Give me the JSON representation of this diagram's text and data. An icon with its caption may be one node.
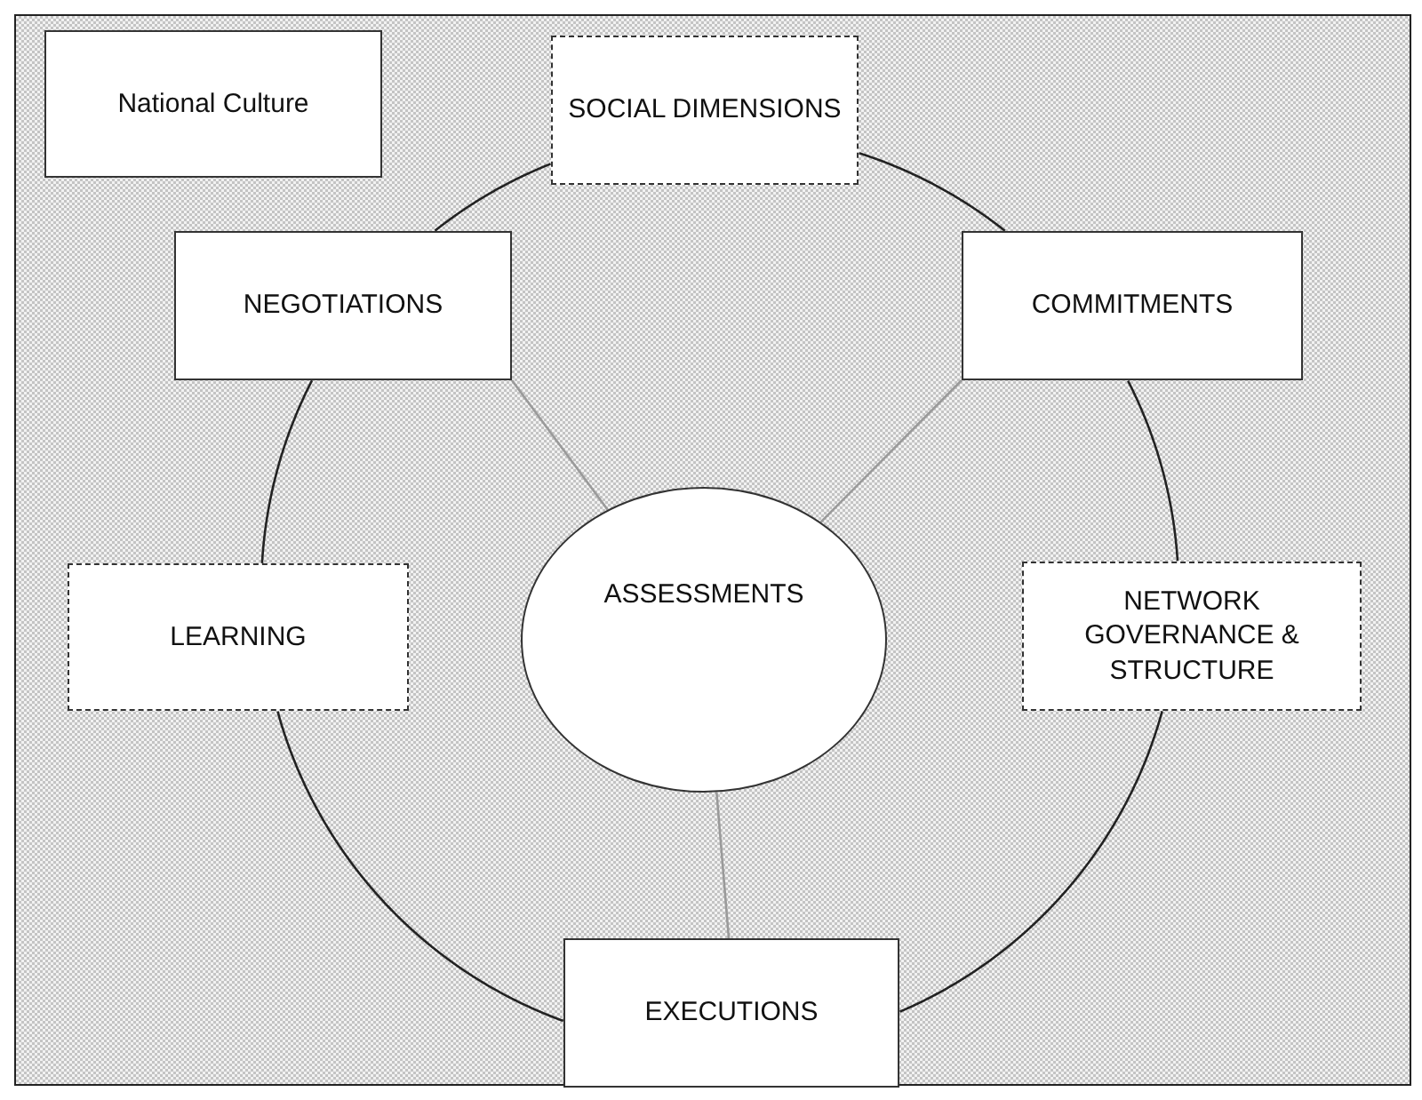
{
  "diagram": {
    "nodes": [
      {
        "text": [
          "National Culture"
        ]
      },
      {
        "text": [
          "SOCIAL DIMENSIONS"
        ]
      },
      {
        "text": [
          "NEGOTIATIONS"
        ]
      },
      {
        "text": [
          "COMMITMENTS"
        ]
      },
      {
        "text": [
          "ASSESSMENTS"
        ]
      },
      {
        "text": [
          "LEARNING"
        ]
      },
      {
        "text": [
          "NETWORK GOVERNANCE & STRUCTURE"
        ]
      },
      {
        "text": [
          "EXECUTIONS"
        ]
      }
    ],
    "edges": [
      {
        "from": 1,
        "to": 3,
        "arrow": "none"
      },
      {
        "from": 3,
        "to": 6,
        "arrow": "none"
      },
      {
        "from": 6,
        "to": 7,
        "arrow": "none"
      },
      {
        "from": 7,
        "to": 5,
        "arrow": "none"
      },
      {
        "from": 5,
        "to": 2,
        "arrow": "none"
      },
      {
        "from": 2,
        "to": 1,
        "arrow": "none"
      },
      {
        "from": 4,
        "to": 2,
        "arrow": "none",
        "color": "#9a9a9a"
      },
      {
        "from": 4,
        "to": 3,
        "arrow": "none",
        "color": "#9a9a9a"
      },
      {
        "from": 4,
        "to": 7,
        "arrow": "none",
        "color": "#9a9a9a"
      }
    ]
  }
}
